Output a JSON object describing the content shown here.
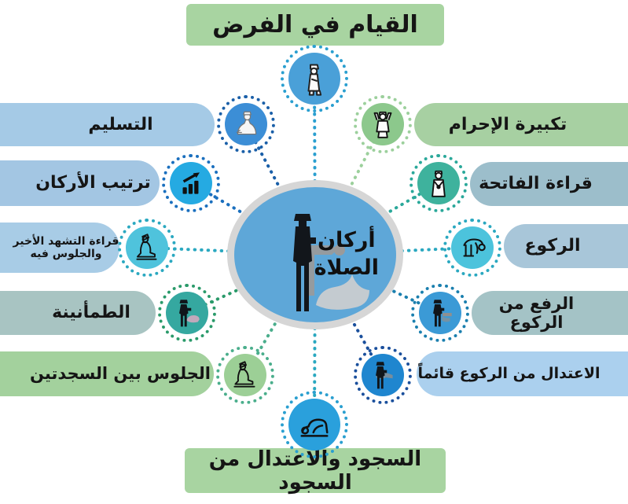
{
  "banners": {
    "top": {
      "label": "القيام في الفرض",
      "bg": "#a8d4a1"
    },
    "bottom": {
      "label": "السجود والاعتدال من السجود",
      "bg": "#a8d4a1"
    }
  },
  "center": {
    "title": "أركان الصلاة",
    "line1": "أركان",
    "line2": "الصلاة",
    "disc_color": "#5ea7d8",
    "ring_color": "#d6d6d6"
  },
  "top_node": {
    "icon": "standing-person-icon",
    "disc": "#4aa0d8",
    "dots": "#2a9fd0"
  },
  "bottom_node": {
    "icon": "prostrating-person-icon",
    "disc": "#2aa0dc",
    "dots": "#2a9fd0"
  },
  "left": [
    {
      "label": "التسليم",
      "icon": "taslim-seated-person-icon",
      "bar": "#a5cae6",
      "disc": "#3c8ed6",
      "dots": "#1a5fa8"
    },
    {
      "label": "ترتيب الأركان",
      "icon": "ordered-steps-chart-icon",
      "bar": "#a3c6e3",
      "disc": "#25aae2",
      "dots": "#1a6fbe"
    },
    {
      "label": "قراءة التشهد الأخير والجلوس فيه",
      "icon": "sitting-tashahhud-person-icon",
      "bar": "#a8cce6",
      "disc": "#4fc3dc",
      "dots": "#2aa8c0"
    },
    {
      "label": "الطمأنينة",
      "icon": "tranquility-person-icon",
      "bar": "#a8c4c2",
      "disc": "#35a8a0",
      "dots": "#2a9a6a"
    },
    {
      "label": "الجلوس بين السجدتين",
      "icon": "sitting-between-prostrations-icon",
      "bar": "#a3d19d",
      "disc": "#9ccf96",
      "dots": "#4aae8c"
    }
  ],
  "right": [
    {
      "label": "تكبيرة الإحرام",
      "icon": "takbir-raised-hands-icon",
      "bar": "#a7d0a2",
      "disc": "#8cc88c",
      "dots": "#9cd09c"
    },
    {
      "label": "قراءة الفاتحة",
      "icon": "standing-hands-folded-icon",
      "bar": "#9cbecb",
      "disc": "#3eb29d",
      "dots": "#2aa89a"
    },
    {
      "label": "الركوع",
      "icon": "bowing-person-icon",
      "bar": "#a8c6d9",
      "disc": "#4cc3dc",
      "dots": "#2aa8c0"
    },
    {
      "label": "الرفع من الركوع",
      "icon": "rising-from-bow-person-icon",
      "bar": "#a4c3c6",
      "disc": "#3b9ad6",
      "dots": "#1a7fae"
    },
    {
      "label": "الاعتدال من الركوع قائماً",
      "icon": "standing-upright-person-icon",
      "bar": "#abd0ee",
      "disc": "#1f86cf",
      "dots": "#1a4f9c"
    }
  ]
}
